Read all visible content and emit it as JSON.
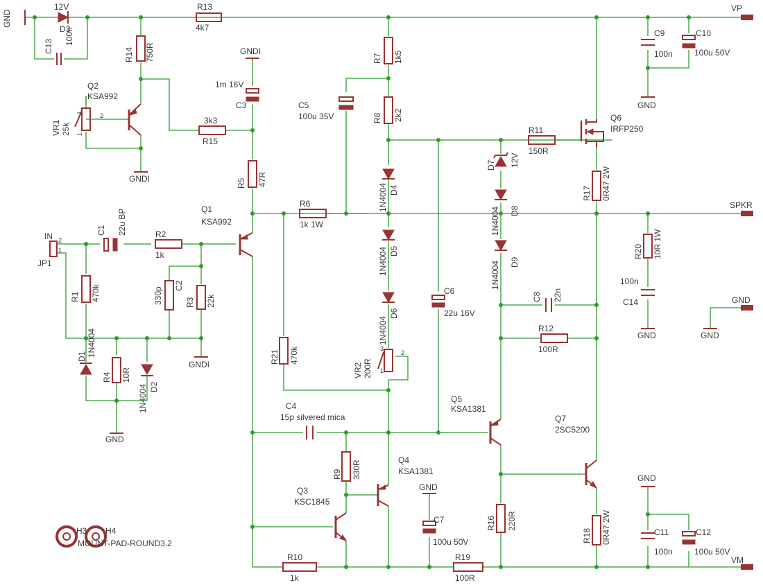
{
  "nets": {
    "gnd_left": "GND",
    "vp": "VP",
    "spkr": "SPKR",
    "vm": "VM",
    "gndi_q2": "GNDI",
    "gndi_c3": "GNDI",
    "gndi_r3": "GNDI",
    "gnd_d4": "GND",
    "gnd_c9": "GND",
    "gnd_right_a": "GND",
    "gnd_right_b": "GND",
    "gnd_c14": "GND",
    "gnd_c7": "GND",
    "gnd_c11": "GND",
    "in": "IN",
    "jp1": "JP1"
  },
  "components": {
    "D3": {
      "name": "D3",
      "value": "12V"
    },
    "C13": {
      "name": "C13",
      "value": "100n"
    },
    "R13": {
      "name": "R13",
      "value": "4k7"
    },
    "R14": {
      "name": "R14",
      "value": "750R"
    },
    "Q2": {
      "name": "Q2",
      "value": "KSA992"
    },
    "VR1": {
      "name": "VR1",
      "value": "25k"
    },
    "R15": {
      "name": "R15",
      "value": "3k3"
    },
    "C3": {
      "name": "C3",
      "value": "1m 16V"
    },
    "R5": {
      "name": "R5",
      "value": "47R"
    },
    "Q1": {
      "name": "Q1",
      "value": "KSA992"
    },
    "C1": {
      "name": "C1",
      "value": "22u BP"
    },
    "R2": {
      "name": "R2",
      "value": "1k"
    },
    "R1": {
      "name": "R1",
      "value": "470k"
    },
    "C2": {
      "name": "C2",
      "value": "330p"
    },
    "R3": {
      "name": "R3",
      "value": "22k"
    },
    "D1": {
      "name": "D1",
      "value": "1N4004"
    },
    "R4": {
      "name": "R4",
      "value": "10R"
    },
    "D2": {
      "name": "D2",
      "value": "1N4004"
    },
    "R7": {
      "name": "R7",
      "value": "1k5"
    },
    "R8": {
      "name": "R8",
      "value": "2k2"
    },
    "C5": {
      "name": "C5",
      "value": "100u 35V"
    },
    "R6": {
      "name": "R6",
      "value": "1k 1W"
    },
    "D4": {
      "name": "D4",
      "value": "1N4004"
    },
    "D5": {
      "name": "D5",
      "value": "1N4004"
    },
    "D6": {
      "name": "D6",
      "value": "1N4004"
    },
    "VR2": {
      "name": "VR2",
      "value": "200R"
    },
    "R21": {
      "name": "R21",
      "value": "470k"
    },
    "C6": {
      "name": "C6",
      "value": "22u 16V"
    },
    "D7": {
      "name": "D7",
      "value": "12V"
    },
    "D8": {
      "name": "D8",
      "value": "1N4004"
    },
    "D9": {
      "name": "D9",
      "value": "1N4004"
    },
    "R11": {
      "name": "R11",
      "value": "150R"
    },
    "Q6": {
      "name": "Q6",
      "value": "IRFP250"
    },
    "R17": {
      "name": "R17",
      "value": "0R47 2W"
    },
    "C9": {
      "name": "C9",
      "value": "100n"
    },
    "C10": {
      "name": "C10",
      "value": "100u 50V"
    },
    "R20": {
      "name": "R20",
      "value": "10R 1W"
    },
    "C14": {
      "name": "C14",
      "value": "100n"
    },
    "C8": {
      "name": "C8",
      "value": "22n"
    },
    "R12": {
      "name": "R12",
      "value": "100R"
    },
    "C4": {
      "name": "C4",
      "value": "15p silvered mica"
    },
    "Q5": {
      "name": "Q5",
      "value": "KSA1381"
    },
    "Q7": {
      "name": "Q7",
      "value": "2SC5200"
    },
    "R9": {
      "name": "R9",
      "value": "330R"
    },
    "Q4": {
      "name": "Q4",
      "value": "KSA1381"
    },
    "Q3": {
      "name": "Q3",
      "value": "KSC1845"
    },
    "C7": {
      "name": "C7",
      "value": "100u 50V"
    },
    "R16": {
      "name": "R16",
      "value": "220R"
    },
    "R18": {
      "name": "R18",
      "value": "0R47 2W"
    },
    "C11": {
      "name": "C11",
      "value": "100n"
    },
    "C12": {
      "name": "C12",
      "value": "100u 50V"
    },
    "R10": {
      "name": "R10",
      "value": "1k"
    },
    "R19": {
      "name": "R19",
      "value": "100R"
    }
  },
  "pin_numbers": {
    "vr1_top": "3",
    "vr1_wiper": "2",
    "vr1_bottom": "1",
    "vr2_top": "3",
    "vr2_wiper": "2",
    "vr2_bottom": "1",
    "jp1_a": "2",
    "jp1_b": "1"
  },
  "holes": {
    "h3": "H3",
    "h4": "H4",
    "overlap_text": "MOUNT-PAD-ROUND3.2"
  },
  "colors": {
    "wire": "#2e9a2e",
    "component": "#9a3333",
    "label": "#3a3a3a",
    "background": "#ffffff"
  }
}
